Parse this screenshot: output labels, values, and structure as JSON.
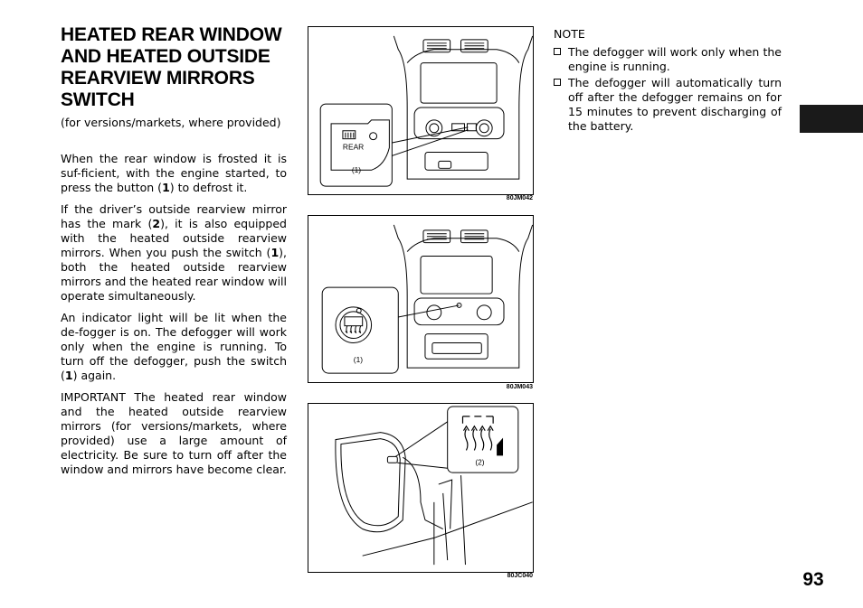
{
  "title": "HEATED REAR WINDOW AND HEATED OUTSIDE REARVIEW MIRRORS SWITCH",
  "subtitle": "(for versions/markets, where provided)",
  "body": {
    "p1_a": "When the rear window is frosted it is suf-ficient, with the engine started, to press the button (",
    "p1_num": "1",
    "p1_b": ") to defrost it.",
    "p2_a": "If the driver’s outside rearview mirror has the mark (",
    "p2_num1": "2",
    "p2_b": "), it is also equipped with the heated outside rearview mirrors. When you push the switch (",
    "p2_num2": "1",
    "p2_c": "), both the heated outside rearview mirrors and the heated rear window will operate simultaneously.",
    "p3_a": "An indicator light will be lit when the de-fogger is on. The defogger will work only when the engine is running. To turn off the defogger, push the switch (",
    "p3_num": "1",
    "p3_b": ") again.",
    "p4": "IMPORTANT The heated rear window and the heated outside rearview mirrors (for versions/markets, where provided) use a large amount of electricity. Be sure to turn off after the window and mirrors have become clear."
  },
  "figures": [
    {
      "code": "80JM042",
      "callout": "(1)",
      "button_text": "REAR"
    },
    {
      "code": "80JM043",
      "callout": "(1)"
    },
    {
      "code": "80JC040",
      "callout": "(2)"
    }
  ],
  "note": {
    "heading": "NOTE",
    "items": [
      "The defogger will work only when the engine is running.",
      "The defogger will automatically turn off after the defogger remains on for 15 minutes to prevent discharging of the battery."
    ]
  },
  "page_number": "93"
}
